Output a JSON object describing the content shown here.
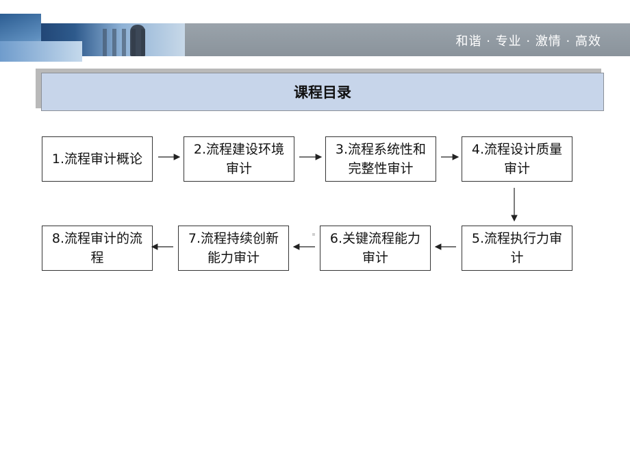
{
  "header": {
    "motto": "和谐 · 专业 · 激情 · 高效"
  },
  "title": "课程目录",
  "steps": [
    "1.流程审计概论",
    "2.流程建设环境审计",
    "3.流程系统性和完整性审计",
    "4.流程设计质量审计",
    "5.流程执行力审计",
    "6.关键流程能力审计",
    "7.流程持续创新能力审计",
    "8.流程审计的流程"
  ],
  "icons": {
    "arrow": "arrow-icon"
  }
}
